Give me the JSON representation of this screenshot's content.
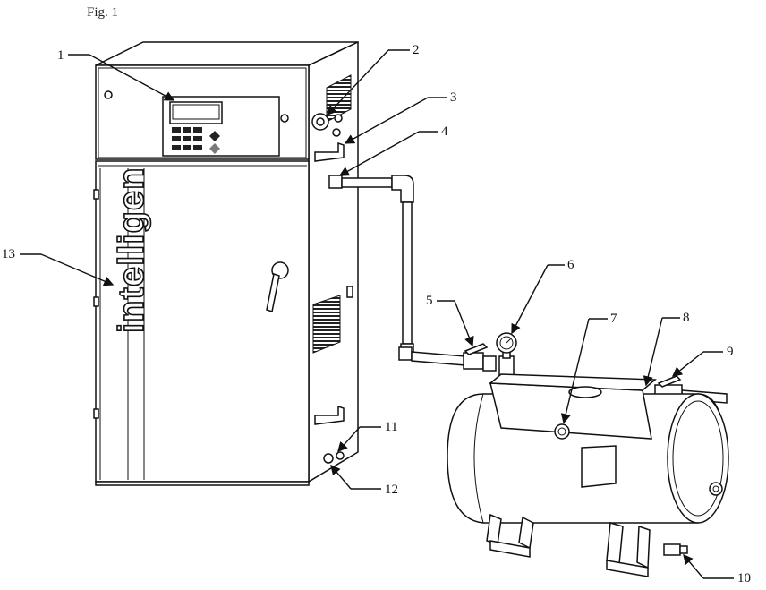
{
  "figure": {
    "title": "Fig. 1",
    "brand_text": "intelligen",
    "callouts": [
      "1",
      "2",
      "3",
      "4",
      "5",
      "6",
      "7",
      "8",
      "9",
      "10",
      "11",
      "12",
      "13"
    ]
  },
  "colors": {
    "line": "#111111",
    "paper": "#ffffff",
    "shade": "#333333"
  }
}
